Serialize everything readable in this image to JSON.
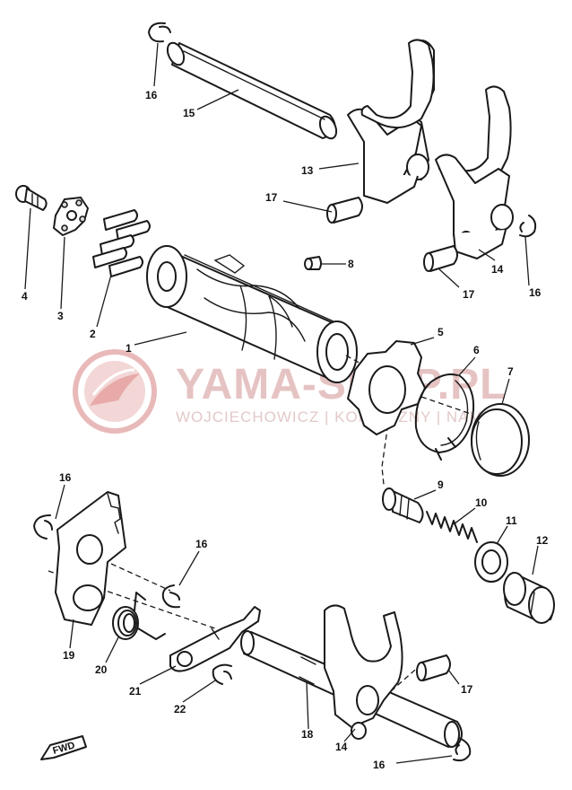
{
  "watermark": {
    "brand": "YAMA-SHOP.PL",
    "subtitle": "WOJCIECHOWICZ | KONIECZNY | NAMRUD",
    "color": "#e8bcbc"
  },
  "direction_marker": "FWD",
  "callouts": [
    "1",
    "2",
    "3",
    "4",
    "5",
    "6",
    "7",
    "8",
    "9",
    "10",
    "11",
    "12",
    "13",
    "14",
    "15",
    "16",
    "17",
    "18",
    "19",
    "20",
    "21",
    "22"
  ],
  "labels": {
    "c1": "1",
    "c2": "2",
    "c3": "3",
    "c4": "4",
    "c5": "5",
    "c6": "6",
    "c7": "7",
    "c8": "8",
    "c9": "9",
    "c10": "10",
    "c11": "11",
    "c12": "12",
    "c13": "13",
    "c14a": "14",
    "c14b": "14",
    "c15": "15",
    "c16a": "16",
    "c16b": "16",
    "c16c": "16",
    "c16d": "16",
    "c16e": "16",
    "c17a": "17",
    "c17b": "17",
    "c17c": "17",
    "c18": "18",
    "c19": "19",
    "c20": "20",
    "c21": "21",
    "c22": "22"
  }
}
